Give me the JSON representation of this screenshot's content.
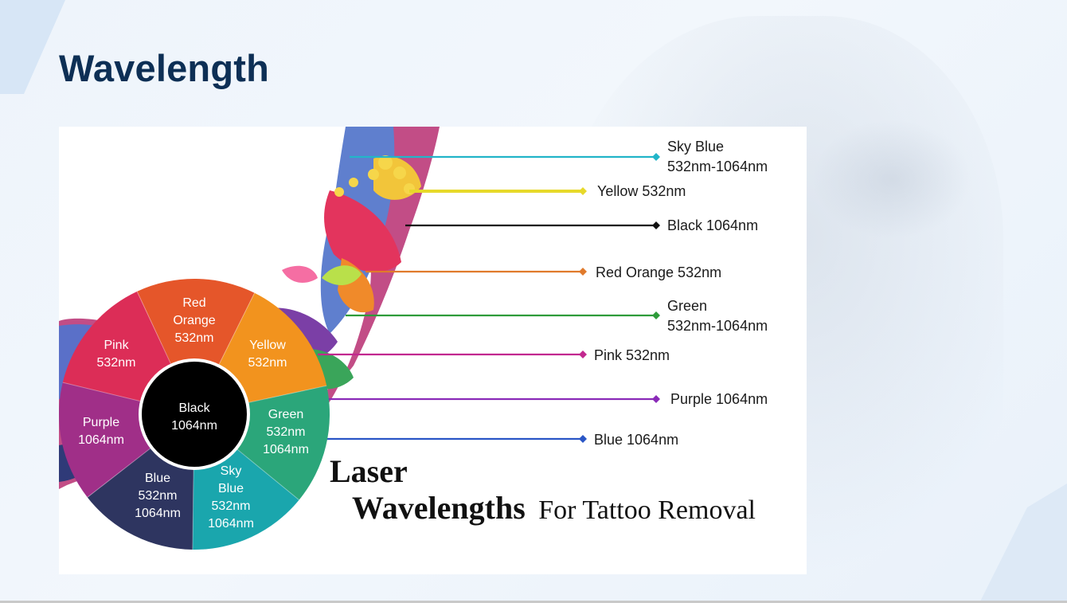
{
  "slide": {
    "title": "Wavelength"
  },
  "figure": {
    "callouts": [
      {
        "id": "sky-blue",
        "lines": [
          "Sky Blue",
          "532nm-1064nm"
        ],
        "color": "#22b5c9"
      },
      {
        "id": "yellow",
        "lines": [
          "Yellow 532nm"
        ],
        "color": "#e7d92a"
      },
      {
        "id": "black",
        "lines": [
          "Black 1064nm"
        ],
        "color": "#111111"
      },
      {
        "id": "red-orange",
        "lines": [
          "Red Orange 532nm"
        ],
        "color": "#e07a2c"
      },
      {
        "id": "green",
        "lines": [
          "Green",
          "532nm-1064nm"
        ],
        "color": "#2e9b3a"
      },
      {
        "id": "pink",
        "lines": [
          "Pink 532nm"
        ],
        "color": "#c2288f"
      },
      {
        "id": "purple",
        "lines": [
          "Purple 1064nm"
        ],
        "color": "#8a2ab8"
      },
      {
        "id": "blue",
        "lines": [
          "Blue 1064nm"
        ],
        "color": "#2a56c6"
      }
    ],
    "wheel": {
      "center": [
        "Black",
        "1064nm"
      ],
      "segments": [
        {
          "id": "red-orange",
          "lines": [
            "Red",
            "Orange",
            "532nm"
          ],
          "color": "#e5562a"
        },
        {
          "id": "yellow",
          "lines": [
            "Yellow",
            "532nm"
          ],
          "color": "#f2931e"
        },
        {
          "id": "green",
          "lines": [
            "Green",
            "532nm",
            "1064nm"
          ],
          "color": "#2ba67a"
        },
        {
          "id": "sky-blue",
          "lines": [
            "Sky",
            "Blue",
            "532nm",
            "1064nm"
          ],
          "color": "#1aa6ad"
        },
        {
          "id": "blue",
          "lines": [
            "Blue",
            "532nm",
            "1064nm"
          ],
          "color": "#2e3560"
        },
        {
          "id": "purple",
          "lines": [
            "Purple",
            "1064nm"
          ],
          "color": "#a02f88"
        },
        {
          "id": "pink",
          "lines": [
            "Pink",
            "532nm"
          ],
          "color": "#dc2d57"
        }
      ]
    },
    "caption": {
      "line1": "Laser",
      "line2_bold": "Wavelengths",
      "line2_rest": "For Tattoo Removal"
    }
  }
}
